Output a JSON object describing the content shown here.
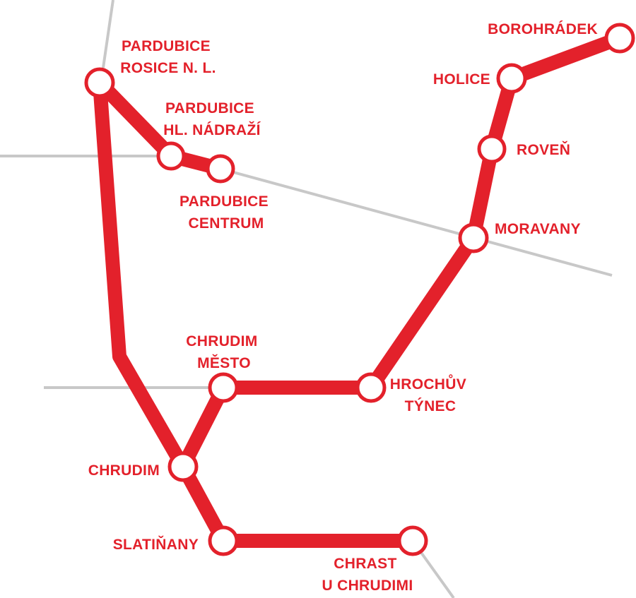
{
  "colors": {
    "route": "#e3212b",
    "station_fill": "#ffffff",
    "station_stroke": "#e3212b",
    "context_lines": "#c8c8c8",
    "label_text": "#e3212b",
    "background": "#ffffff"
  },
  "stations": {
    "pardubice_rosice": {
      "line1": "PARDUBICE",
      "line2": "ROSICE N. L."
    },
    "pardubice_hl": {
      "line1": "PARDUBICE",
      "line2": "HL. NÁDRAŽÍ"
    },
    "pardubice_centrum": {
      "line1": "PARDUBICE",
      "line2": "CENTRUM"
    },
    "borohradek": {
      "line1": "BOROHRÁDEK"
    },
    "holice": {
      "line1": "HOLICE"
    },
    "roven": {
      "line1": "ROVEŇ"
    },
    "moravany": {
      "line1": "MORAVANY"
    },
    "chrudim_mesto": {
      "line1": "CHRUDIM",
      "line2": "MĚSTO"
    },
    "hrochuv_tynec": {
      "line1": "HROCHŮV",
      "line2": "TÝNEC"
    },
    "chrudim": {
      "line1": "CHRUDIM"
    },
    "slatinany": {
      "line1": "SLATIŇANY"
    },
    "chrast": {
      "line1": "CHRAST",
      "line2": "U CHRUDIMI"
    }
  }
}
